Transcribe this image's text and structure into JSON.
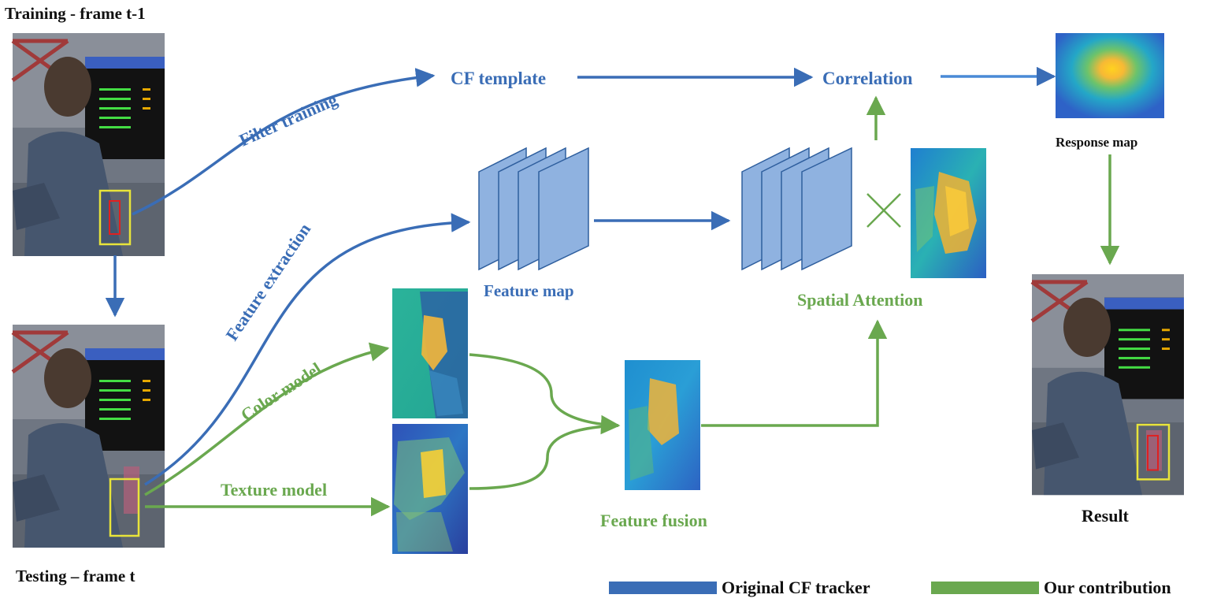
{
  "colors": {
    "blue": "#3a6db6",
    "green": "#6aa84f",
    "feature_map_fill": "#8fb2e0",
    "feature_map_stroke": "#2f5f9e",
    "bbox_yellow": "#e8e43a",
    "bbox_red": "#e02020"
  },
  "labels": {
    "training_frame": "Training - frame t-1",
    "testing_frame": "Testing – frame t",
    "filter_training": "Filter training",
    "feature_extraction": "Feature extraction",
    "color_model": "Color model",
    "texture_model": "Texture model",
    "cf_template": "CF template",
    "correlation": "Correlation",
    "response_map": "Response map",
    "feature_map": "Feature map",
    "spatial_attention": "Spatial Attention",
    "feature_fusion": "Feature fusion",
    "result": "Result"
  },
  "legend": {
    "original": "Original CF tracker",
    "contribution": "Our contribution"
  },
  "operators": {
    "multiply_icon": "×"
  },
  "icons": {
    "video_frames": "person-on-train-platform-image",
    "heatmaps": "colormap-heatmap-image"
  }
}
